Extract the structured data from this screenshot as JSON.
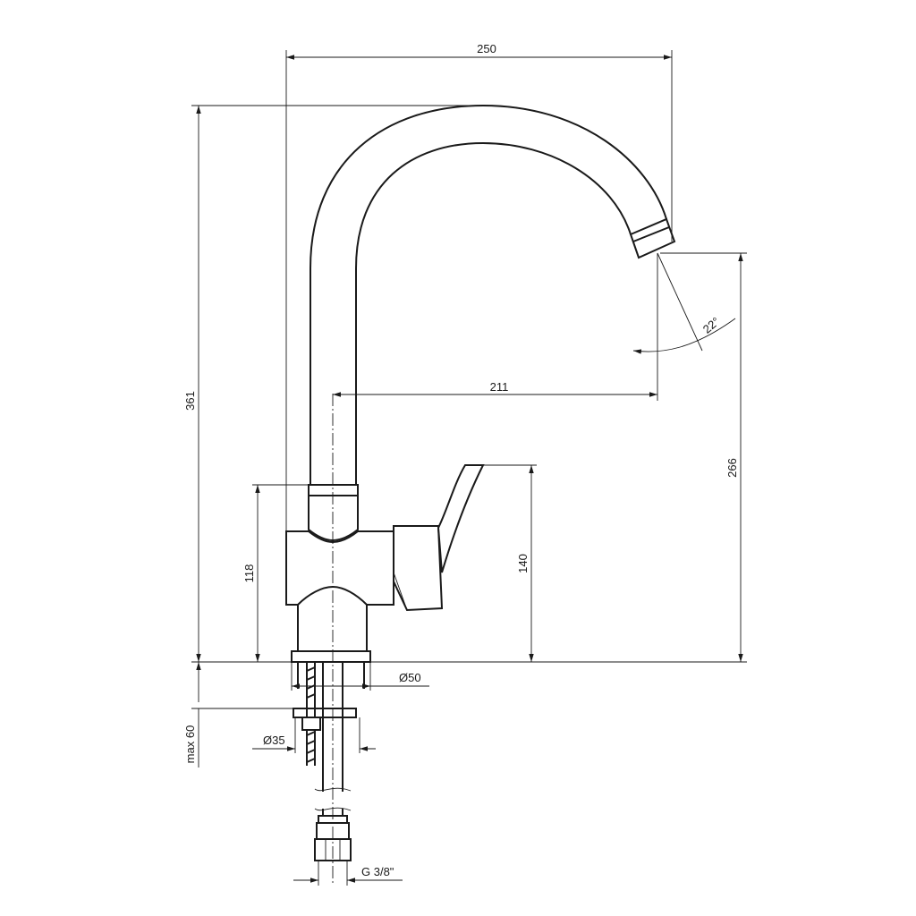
{
  "dimensions": {
    "overall_width": "250",
    "overall_height": "361",
    "spout_height": "266",
    "spout_reach": "211",
    "spout_angle": "22°",
    "body_height": "118",
    "lever_height": "140",
    "base_diameter": "Ø50",
    "hole_diameter": "Ø35",
    "max_thickness": "max 60",
    "connection_thread": "G 3/8\""
  }
}
